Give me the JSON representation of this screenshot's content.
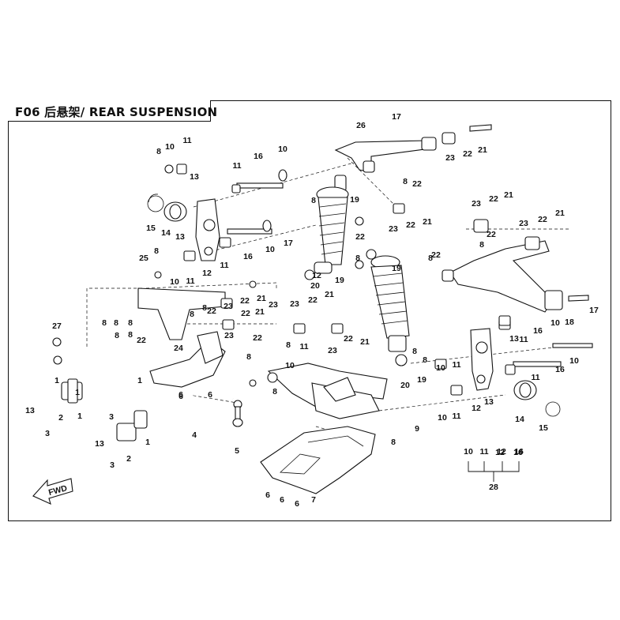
{
  "title": "F06 后悬架/ REAR SUSPENSION",
  "fwd_label": "FWD",
  "callouts": [
    {
      "n": "1"
    },
    {
      "n": "2"
    },
    {
      "n": "3"
    },
    {
      "n": "4"
    },
    {
      "n": "5"
    },
    {
      "n": "6"
    },
    {
      "n": "7"
    },
    {
      "n": "8"
    },
    {
      "n": "9"
    },
    {
      "n": "10"
    },
    {
      "n": "11"
    },
    {
      "n": "12"
    },
    {
      "n": "13"
    },
    {
      "n": "14"
    },
    {
      "n": "15"
    },
    {
      "n": "16"
    },
    {
      "n": "17"
    },
    {
      "n": "18"
    },
    {
      "n": "19"
    },
    {
      "n": "20"
    },
    {
      "n": "21"
    },
    {
      "n": "22"
    },
    {
      "n": "23"
    },
    {
      "n": "24"
    },
    {
      "n": "25"
    },
    {
      "n": "26"
    },
    {
      "n": "27"
    },
    {
      "n": "28"
    }
  ],
  "kit_group": {
    "members": [
      "10",
      "11",
      "12",
      "16"
    ],
    "total": "28"
  }
}
